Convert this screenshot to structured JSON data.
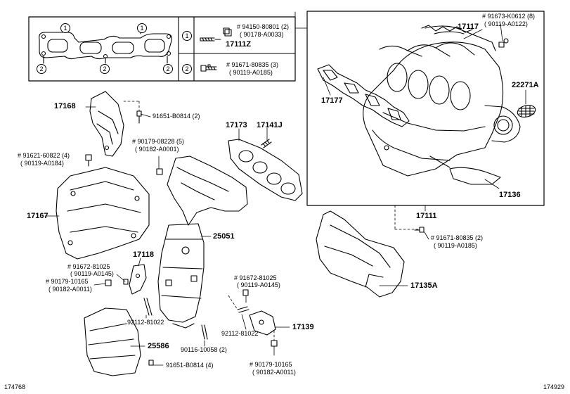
{
  "legend": {
    "marker_1": "1",
    "marker_2": "2",
    "row1_part": "17111Z",
    "row1_bolt_a": "# 94150-80801 (2)",
    "row1_bolt_b": "( 90178-A0033)",
    "row2_bolt_a": "# 91671-80835 (3)",
    "row2_bolt_b": "( 90119-A0185)"
  },
  "gasket_markers": [
    "1",
    "1",
    "2",
    "2",
    "2"
  ],
  "labels": {
    "p17117": "17117",
    "p91673a": "# 91673-K0612 (8)",
    "p91673b": "( 90119-A0122)",
    "p22271A": "22271A",
    "p17177": "17177",
    "p17136": "17136",
    "p17111": "17111",
    "p91671a": "# 91671-80835 (2)",
    "p91671b": "( 90119-A0185)",
    "p17135A": "17135A",
    "p17168": "17168",
    "p91651a": "91651-B0814 (2)",
    "p17173": "17173",
    "p17141J": "17141J",
    "p91621a": "# 91621-60822 (4)",
    "p91621b": "( 90119-A0184)",
    "p90179a": "# 90179-08228 (5)",
    "p90179b": "( 90182-A0001)",
    "p17167": "17167",
    "p25051": "25051",
    "p17118": "17118",
    "p91672La": "# 91672-81025",
    "p91672Lb": "( 90119-A0145)",
    "p90179La": "# 90179-10165",
    "p90179Lb": "( 90182-A0011)",
    "p92112L": "92112-81022",
    "p25586": "25586",
    "p91651b": "91651-B0814 (4)",
    "p90116": "90116-10058 (2)",
    "p91672Ra": "# 91672-81025",
    "p91672Rb": "( 90119-A0145)",
    "p92112R": "92112-81022",
    "p17139": "17139",
    "p90179Ra": "# 90179-10165",
    "p90179Rb": "( 90182-A0011)"
  },
  "footer": {
    "left_code": "174768",
    "right_code": "174929"
  }
}
